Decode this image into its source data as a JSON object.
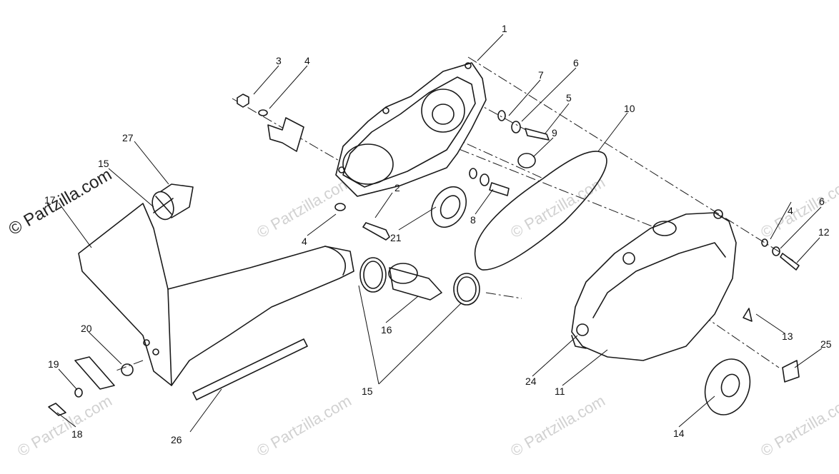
{
  "diagram": {
    "callouts": {
      "c1": "1",
      "c2": "2",
      "c3": "3",
      "c4a": "4",
      "c4b": "4",
      "c4c": "4",
      "c5": "5",
      "c6a": "6",
      "c6b": "6",
      "c7": "7",
      "c8": "8",
      "c9": "9",
      "c10": "10",
      "c11": "11",
      "c12": "12",
      "c13": "13",
      "c14": "14",
      "c15a": "15",
      "c15b": "15",
      "c16": "16",
      "c17": "17",
      "c18": "18",
      "c19": "19",
      "c20": "20",
      "c21": "21",
      "c24": "24",
      "c25": "25",
      "c26": "26",
      "c27": "27"
    },
    "watermark": {
      "main": "© Partzilla.com",
      "repeat": "© Partzilla.com"
    }
  }
}
